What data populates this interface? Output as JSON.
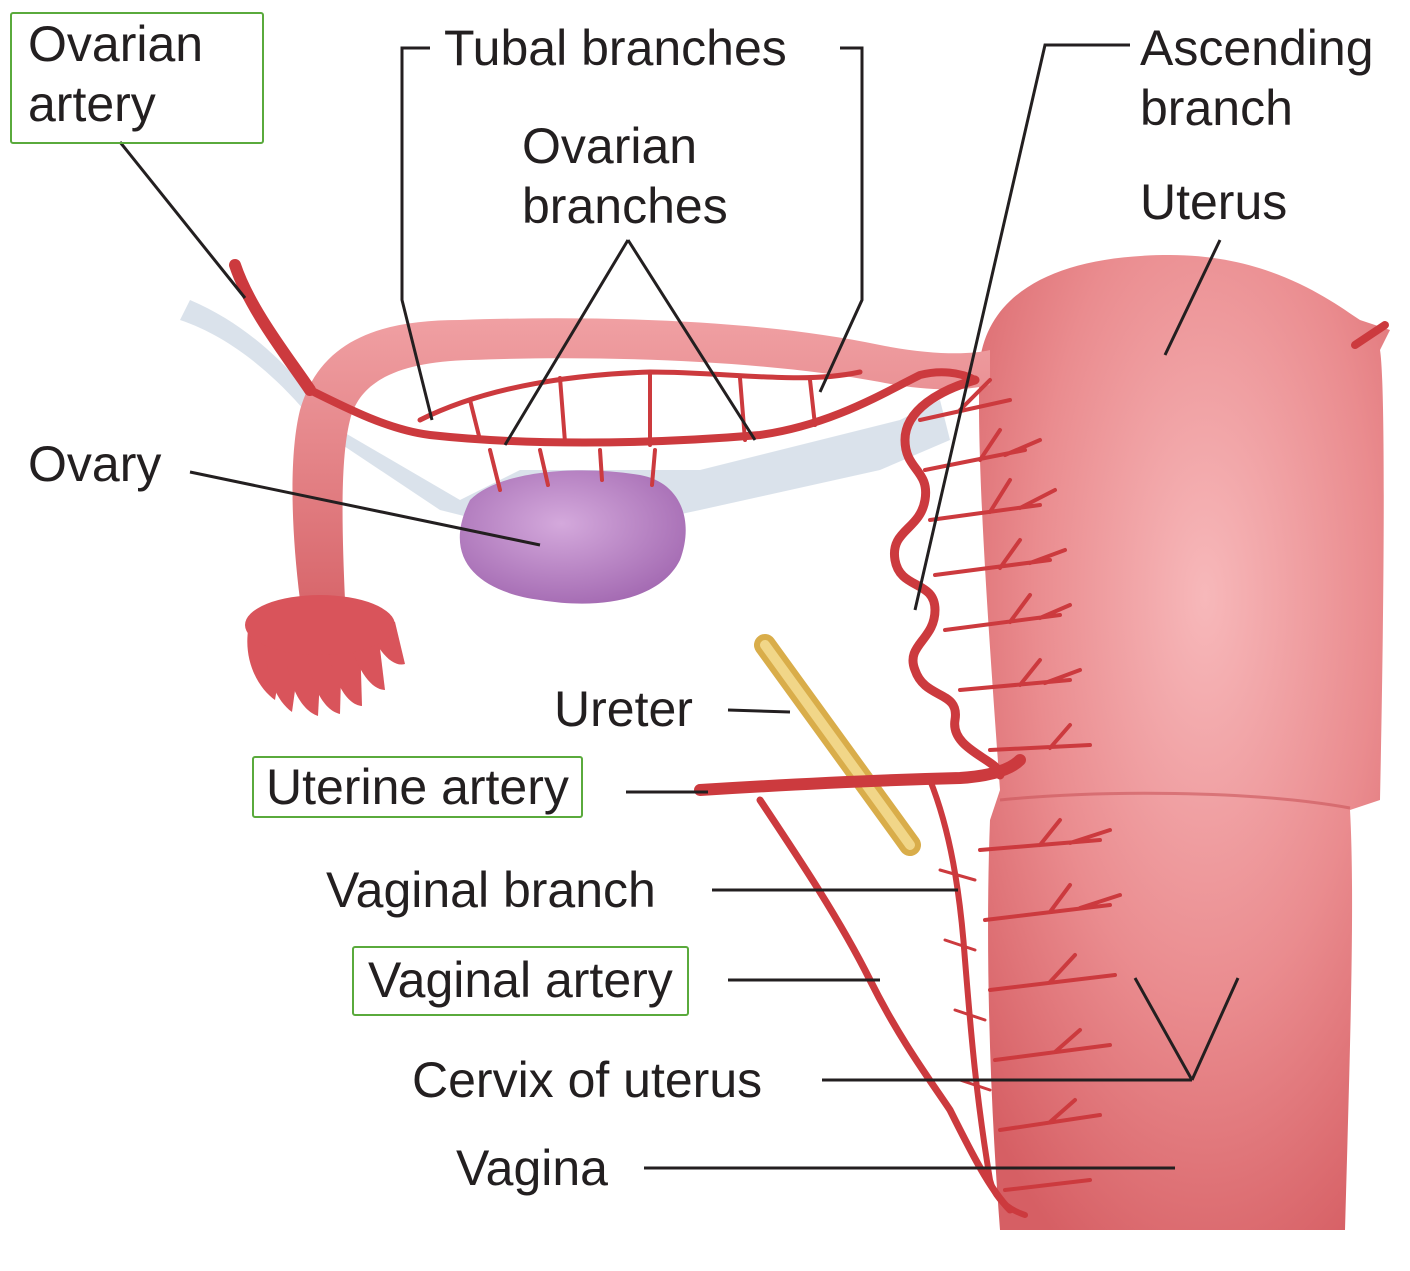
{
  "labels": {
    "ovarian_artery": [
      "Ovarian",
      "artery"
    ],
    "tubal_branches": "Tubal branches",
    "ovarian_branches": [
      "Ovarian",
      "branches"
    ],
    "ascending_branch": [
      "Ascending",
      "branch"
    ],
    "uterus": "Uterus",
    "ovary": "Ovary",
    "ureter": "Ureter",
    "uterine_artery": "Uterine artery",
    "vaginal_branch": "Vaginal branch",
    "vaginal_artery": "Vaginal artery",
    "cervix_of_uterus": "Cervix of uterus",
    "vagina": "Vagina"
  },
  "colors": {
    "artery": "#cc3a3e",
    "uterus": "#e8878a",
    "ovary": "#b47fc0",
    "ureter": "#e3c26c",
    "ligament": "#c8d6e4",
    "highlight_box": "#5aaa3c",
    "text": "#231f20"
  }
}
